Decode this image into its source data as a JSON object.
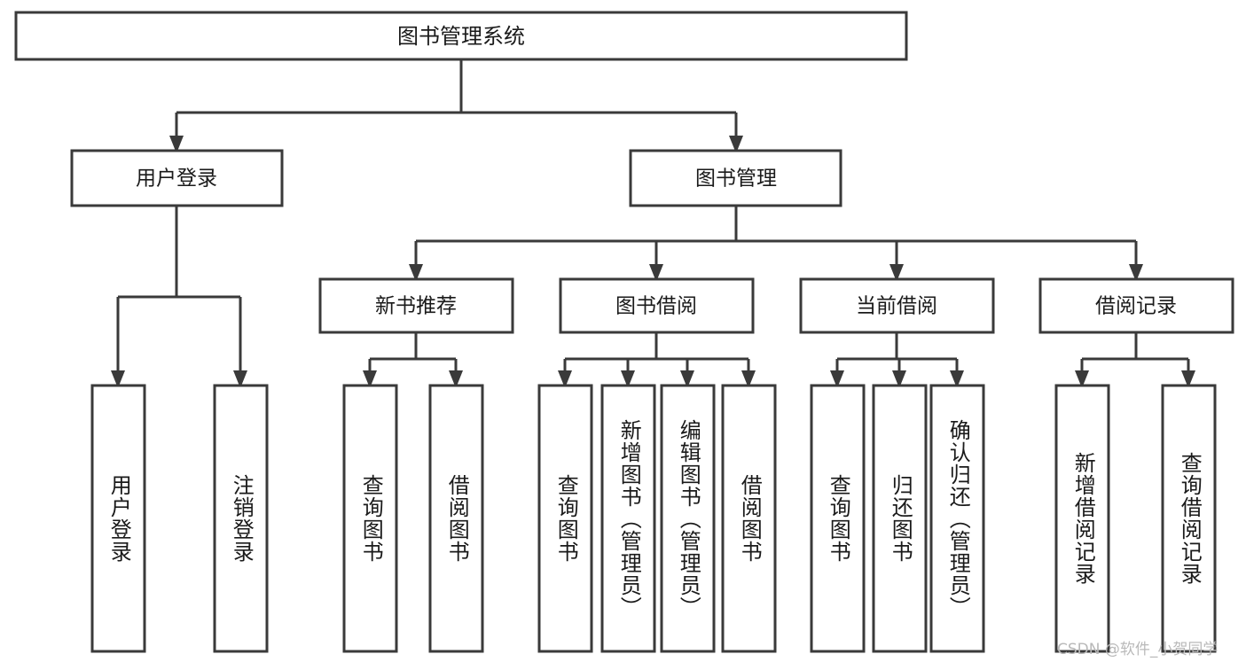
{
  "diagram": {
    "title": "图书管理系统",
    "type": "tree",
    "watermark": "CSDN @软件_小贺同学",
    "colors": {
      "box_stroke": "#3a3a3a",
      "box_fill": "#ffffff",
      "connector": "#3a3a3a",
      "text": "#1a1a1a",
      "watermark": "#b9b9b9",
      "background": "#ffffff"
    },
    "root": {
      "id": "root",
      "label": "图书管理系统"
    },
    "level2": [
      {
        "id": "user-login",
        "label": "用户登录"
      },
      {
        "id": "book-manage",
        "label": "图书管理"
      }
    ],
    "level3": [
      {
        "id": "new-book-recommend",
        "label": "新书推荐",
        "parent": "book-manage"
      },
      {
        "id": "book-borrow",
        "label": "图书借阅",
        "parent": "book-manage"
      },
      {
        "id": "current-borrow",
        "label": "当前借阅",
        "parent": "book-manage"
      },
      {
        "id": "borrow-record",
        "label": "借阅记录",
        "parent": "book-manage"
      }
    ],
    "leaves": [
      {
        "id": "leaf-user-login",
        "label": "用户登录",
        "parent": "user-login"
      },
      {
        "id": "leaf-logout",
        "label": "注销登录",
        "parent": "user-login"
      },
      {
        "id": "leaf-query-book-1",
        "label": "查询图书",
        "parent": "new-book-recommend"
      },
      {
        "id": "leaf-borrow-book-1",
        "label": "借阅图书",
        "parent": "new-book-recommend"
      },
      {
        "id": "leaf-query-book-2",
        "label": "查询图书",
        "parent": "book-borrow"
      },
      {
        "id": "leaf-add-book",
        "label": "新增图书（管理员）",
        "parent": "book-borrow"
      },
      {
        "id": "leaf-edit-book",
        "label": "编辑图书（管理员）",
        "parent": "book-borrow"
      },
      {
        "id": "leaf-borrow-book-2",
        "label": "借阅图书",
        "parent": "book-borrow"
      },
      {
        "id": "leaf-query-book-3",
        "label": "查询图书",
        "parent": "current-borrow"
      },
      {
        "id": "leaf-return-book",
        "label": "归还图书",
        "parent": "current-borrow"
      },
      {
        "id": "leaf-confirm-return",
        "label": "确认归还（管理员）",
        "parent": "current-borrow"
      },
      {
        "id": "leaf-add-record",
        "label": "新增借阅记录",
        "parent": "borrow-record"
      },
      {
        "id": "leaf-query-record",
        "label": "查询借阅记录",
        "parent": "borrow-record"
      }
    ]
  }
}
